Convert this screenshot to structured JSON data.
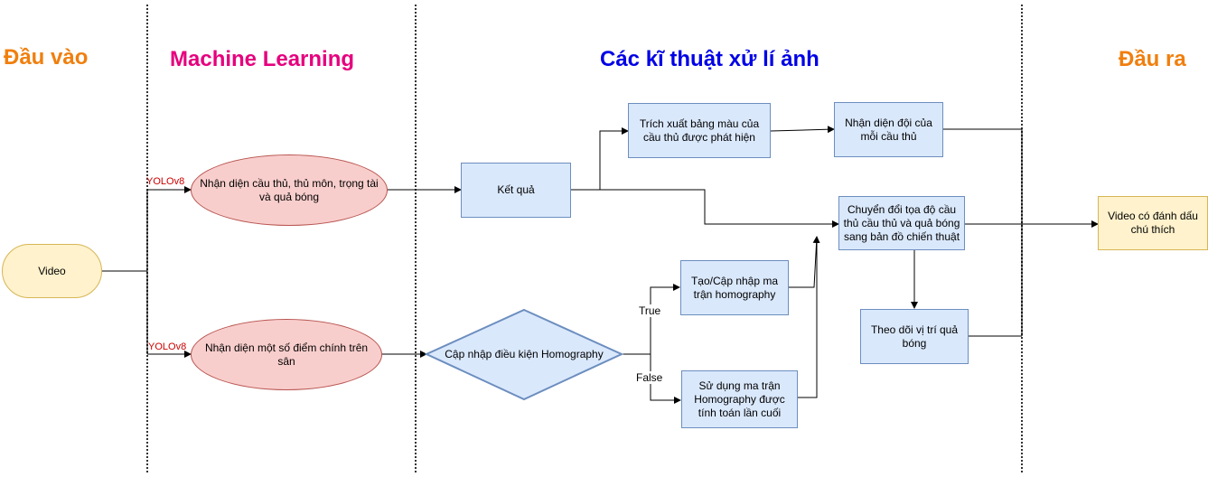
{
  "headers": {
    "input": "Đầu vào",
    "ml": "Machine Learning",
    "ip": "Các kĩ thuật xử lí ảnh",
    "output": "Đầu ra"
  },
  "colors": {
    "input_header": "#f07f0e",
    "ml_header": "#e6007e",
    "ip_header": "#0000e6",
    "output_header": "#f07f0e"
  },
  "nodes": {
    "video": "Video",
    "detect_players": "Nhận diện cầu thủ, thủ môn, trọng tài và quả bóng",
    "detect_keypoints": "Nhận diện một số điểm chính trên sân",
    "result": "Kết quả",
    "extract_colors": "Trích xuất bảng màu của cầu thủ được phát hiện",
    "identify_team": "Nhận diện đội của mỗi cầu thủ",
    "convert_coords": "Chuyển đổi tọa độ cầu thủ cầu thủ và quả bóng sang bản đồ chiến thuật",
    "track_ball": "Theo dõi vị trí quả bóng",
    "update_homography": "Cập nhập điều kiện Homography",
    "create_matrix": "Tạo/Cập nhập ma trận homography",
    "use_last_matrix": "Sử dụng ma trận Homography được tính toán lần cuối",
    "output_video": "Video có đánh dấu chú thích"
  },
  "edge_labels": {
    "yolo_top": "YOLOv8",
    "yolo_bottom": "YOLOv8",
    "true_label": "True",
    "false_label": "False"
  }
}
